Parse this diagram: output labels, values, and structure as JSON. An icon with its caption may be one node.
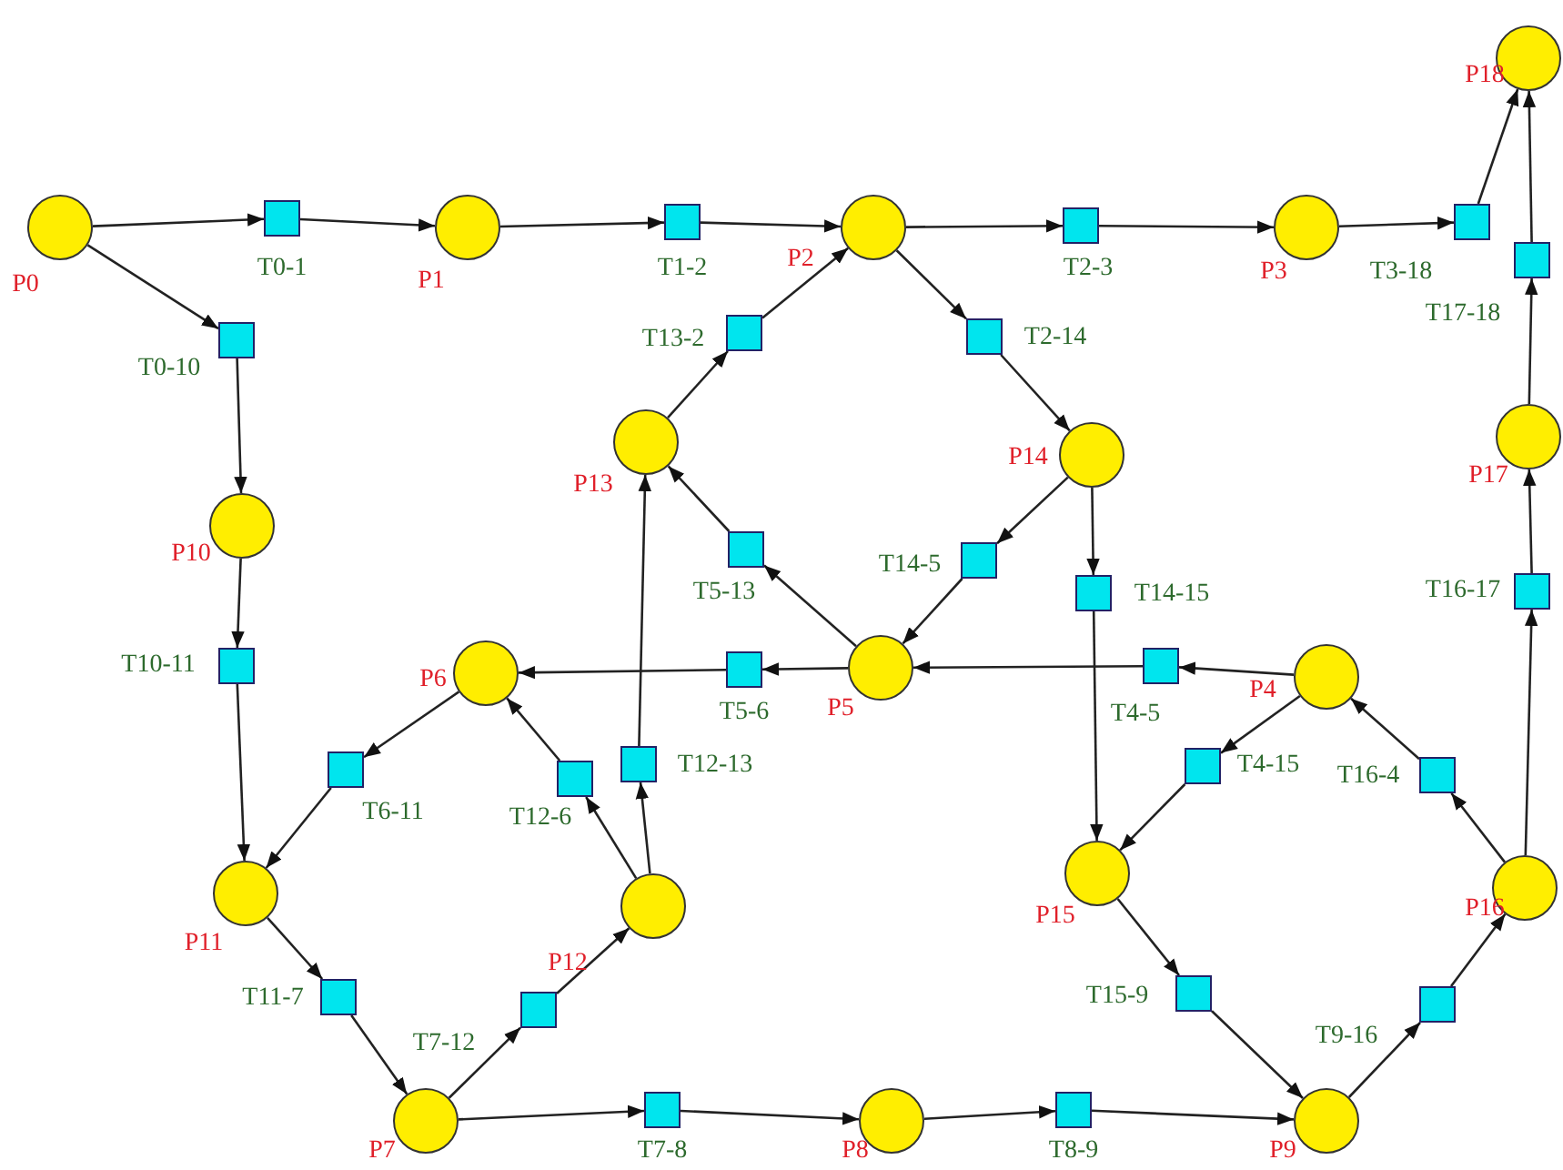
{
  "diagram": {
    "nodes": [
      {
        "text": [],
        "shape": "circle",
        "beside": [
          "P0"
        ]
      },
      {
        "text": [],
        "shape": "box",
        "beside": [
          "T0-1"
        ]
      },
      {
        "text": [],
        "shape": "circle",
        "beside": [
          "P1"
        ]
      },
      {
        "text": [],
        "shape": "box",
        "beside": [
          "T1-2"
        ]
      },
      {
        "text": [],
        "shape": "circle",
        "beside": [
          "P2"
        ]
      },
      {
        "text": [],
        "shape": "box",
        "beside": [
          "T2-3"
        ]
      },
      {
        "text": [],
        "shape": "circle",
        "beside": [
          "P3"
        ]
      },
      {
        "text": [],
        "shape": "box",
        "beside": [
          "T3-18"
        ]
      },
      {
        "text": [],
        "shape": "circle",
        "beside": [
          "P18"
        ]
      },
      {
        "text": [],
        "shape": "box",
        "beside": [
          "T0-10"
        ]
      },
      {
        "text": [],
        "shape": "box",
        "beside": [
          "T13-2"
        ]
      },
      {
        "text": [],
        "shape": "box",
        "beside": [
          "T2-14"
        ]
      },
      {
        "text": [],
        "shape": "box",
        "beside": [
          "T17-18"
        ]
      },
      {
        "text": [],
        "shape": "circle",
        "beside": [
          "P13"
        ]
      },
      {
        "text": [],
        "shape": "circle",
        "beside": [
          "P14"
        ]
      },
      {
        "text": [],
        "shape": "circle",
        "beside": [
          "P17"
        ]
      },
      {
        "text": [],
        "shape": "circle",
        "beside": [
          "P10"
        ]
      },
      {
        "text": [],
        "shape": "box",
        "beside": [
          "T5-13"
        ]
      },
      {
        "text": [],
        "shape": "box",
        "beside": [
          "T14-5"
        ]
      },
      {
        "text": [],
        "shape": "box",
        "beside": [
          "T14-15"
        ]
      },
      {
        "text": [],
        "shape": "box",
        "beside": [
          "T16-17"
        ]
      },
      {
        "text": [],
        "shape": "box",
        "beside": [
          "T10-11"
        ]
      },
      {
        "text": [],
        "shape": "circle",
        "beside": [
          "P6"
        ]
      },
      {
        "text": [],
        "shape": "box",
        "beside": [
          "T5-6"
        ]
      },
      {
        "text": [],
        "shape": "circle",
        "beside": [
          "P5"
        ]
      },
      {
        "text": [],
        "shape": "box",
        "beside": [
          "T4-5"
        ]
      },
      {
        "text": [],
        "shape": "circle",
        "beside": [
          "P4"
        ]
      },
      {
        "text": [],
        "shape": "box",
        "beside": [
          "T6-11"
        ]
      },
      {
        "text": [],
        "shape": "box",
        "beside": [
          "T12-6"
        ]
      },
      {
        "text": [],
        "shape": "box",
        "beside": [
          "T12-13"
        ]
      },
      {
        "text": [],
        "shape": "box",
        "beside": [
          "T4-15"
        ]
      },
      {
        "text": [],
        "shape": "box",
        "beside": [
          "T16-4"
        ]
      },
      {
        "text": [],
        "shape": "circle",
        "beside": [
          "P11"
        ]
      },
      {
        "text": [],
        "shape": "circle",
        "beside": [
          "P12"
        ]
      },
      {
        "text": [],
        "shape": "circle",
        "beside": [
          "P15"
        ]
      },
      {
        "text": [],
        "shape": "circle",
        "beside": [
          "P16"
        ]
      },
      {
        "text": [],
        "shape": "box",
        "beside": [
          "T11-7"
        ]
      },
      {
        "text": [],
        "shape": "box",
        "beside": [
          "T7-12"
        ]
      },
      {
        "text": [],
        "shape": "box",
        "beside": [
          "T15-9"
        ]
      },
      {
        "text": [],
        "shape": "box",
        "beside": [
          "T9-16"
        ]
      },
      {
        "text": [],
        "shape": "circle",
        "beside": [
          "P7"
        ]
      },
      {
        "text": [],
        "shape": "box",
        "beside": [
          "T7-8"
        ]
      },
      {
        "text": [],
        "shape": "circle",
        "beside": [
          "P8"
        ]
      },
      {
        "text": [],
        "shape": "box",
        "beside": [
          "T8-9"
        ]
      },
      {
        "text": [],
        "shape": "circle",
        "beside": [
          "P9"
        ]
      }
    ],
    "edges": [
      {
        "from": 0,
        "to": 1,
        "arrow": "to"
      },
      {
        "from": 1,
        "to": 2,
        "arrow": "to"
      },
      {
        "from": 2,
        "to": 3,
        "arrow": "to"
      },
      {
        "from": 3,
        "to": 4,
        "arrow": "to"
      },
      {
        "from": 4,
        "to": 5,
        "arrow": "to"
      },
      {
        "from": 5,
        "to": 6,
        "arrow": "to"
      },
      {
        "from": 6,
        "to": 7,
        "arrow": "to"
      },
      {
        "from": 7,
        "to": 8,
        "arrow": "to"
      },
      {
        "from": 0,
        "to": 9,
        "arrow": "to"
      },
      {
        "from": 9,
        "to": 16,
        "arrow": "to"
      },
      {
        "from": 16,
        "to": 21,
        "arrow": "to"
      },
      {
        "from": 21,
        "to": 32,
        "arrow": "to"
      },
      {
        "from": 22,
        "to": 27,
        "arrow": "to"
      },
      {
        "from": 27,
        "to": 32,
        "arrow": "to"
      },
      {
        "from": 32,
        "to": 36,
        "arrow": "to"
      },
      {
        "from": 36,
        "to": 40,
        "arrow": "to"
      },
      {
        "from": 40,
        "to": 37,
        "arrow": "to"
      },
      {
        "from": 37,
        "to": 33,
        "arrow": "to"
      },
      {
        "from": 33,
        "to": 28,
        "arrow": "to"
      },
      {
        "from": 28,
        "to": 22,
        "arrow": "to"
      },
      {
        "from": 33,
        "to": 29,
        "arrow": "to"
      },
      {
        "from": 29,
        "to": 13,
        "arrow": "to"
      },
      {
        "from": 40,
        "to": 41,
        "arrow": "to"
      },
      {
        "from": 41,
        "to": 42,
        "arrow": "to"
      },
      {
        "from": 42,
        "to": 43,
        "arrow": "to"
      },
      {
        "from": 43,
        "to": 44,
        "arrow": "to"
      },
      {
        "from": 44,
        "to": 39,
        "arrow": "to"
      },
      {
        "from": 39,
        "to": 35,
        "arrow": "to"
      },
      {
        "from": 35,
        "to": 31,
        "arrow": "to"
      },
      {
        "from": 31,
        "to": 26,
        "arrow": "to"
      },
      {
        "from": 35,
        "to": 20,
        "arrow": "to"
      },
      {
        "from": 20,
        "to": 15,
        "arrow": "to"
      },
      {
        "from": 15,
        "to": 12,
        "arrow": "to"
      },
      {
        "from": 12,
        "to": 8,
        "arrow": "to"
      },
      {
        "from": 26,
        "to": 25,
        "arrow": "to"
      },
      {
        "from": 25,
        "to": 24,
        "arrow": "to"
      },
      {
        "from": 26,
        "to": 30,
        "arrow": "to"
      },
      {
        "from": 30,
        "to": 34,
        "arrow": "to"
      },
      {
        "from": 34,
        "to": 38,
        "arrow": "to"
      },
      {
        "from": 38,
        "to": 44,
        "arrow": "to"
      },
      {
        "from": 24,
        "to": 23,
        "arrow": "to"
      },
      {
        "from": 23,
        "to": 22,
        "arrow": "to"
      },
      {
        "from": 24,
        "to": 17,
        "arrow": "to"
      },
      {
        "from": 17,
        "to": 13,
        "arrow": "to"
      },
      {
        "from": 13,
        "to": 10,
        "arrow": "to"
      },
      {
        "from": 10,
        "to": 4,
        "arrow": "to"
      },
      {
        "from": 4,
        "to": 11,
        "arrow": "to"
      },
      {
        "from": 11,
        "to": 14,
        "arrow": "to"
      },
      {
        "from": 14,
        "to": 18,
        "arrow": "to"
      },
      {
        "from": 18,
        "to": 24,
        "arrow": "to"
      },
      {
        "from": 14,
        "to": 19,
        "arrow": "to"
      },
      {
        "from": 19,
        "to": 34,
        "arrow": "to"
      }
    ]
  }
}
